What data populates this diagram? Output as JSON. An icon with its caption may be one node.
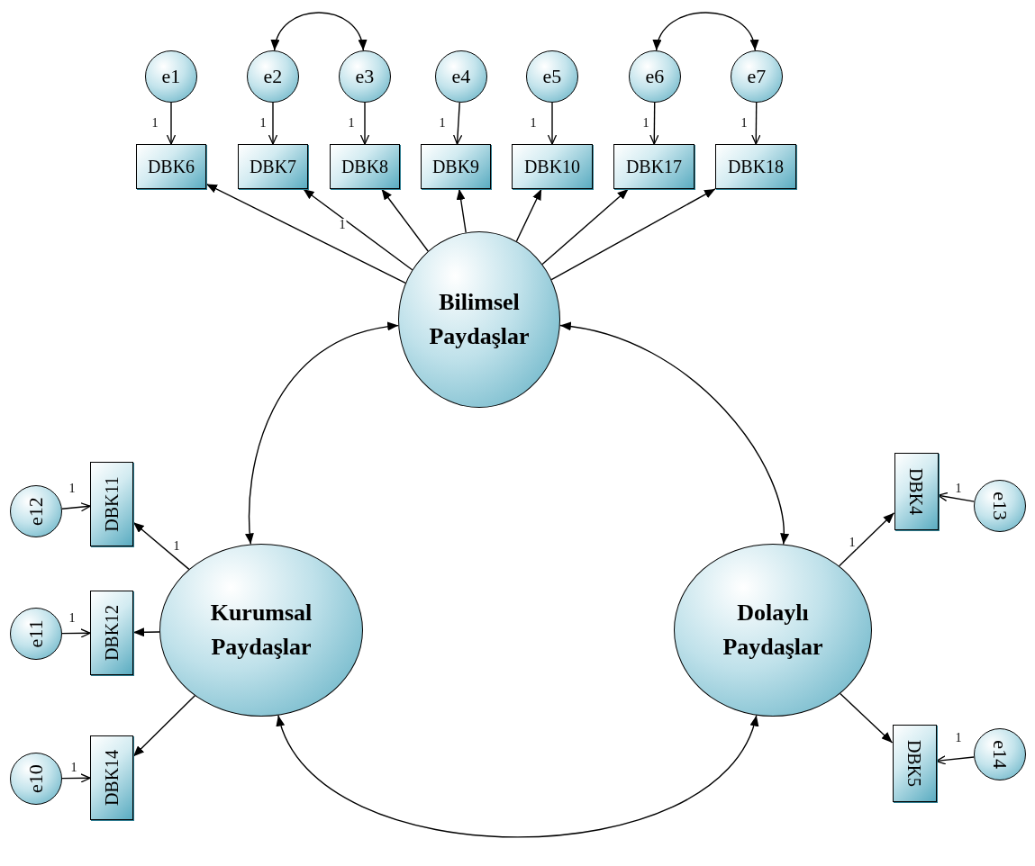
{
  "diagram": {
    "nodes": [
      {
        "text": [
          "e1"
        ]
      },
      {
        "text": [
          "e2"
        ]
      },
      {
        "text": [
          "e3"
        ]
      },
      {
        "text": [
          "e4"
        ]
      },
      {
        "text": [
          "e5"
        ]
      },
      {
        "text": [
          "e6"
        ]
      },
      {
        "text": [
          "e7"
        ]
      },
      {
        "text": [
          "DBK6"
        ]
      },
      {
        "text": [
          "DBK7"
        ]
      },
      {
        "text": [
          "DBK8"
        ]
      },
      {
        "text": [
          "DBK9"
        ]
      },
      {
        "text": [
          "DBK10"
        ]
      },
      {
        "text": [
          "DBK17"
        ]
      },
      {
        "text": [
          "DBK18"
        ]
      },
      {
        "text": [
          "Bilimsel Paydaşlar"
        ]
      },
      {
        "text": [
          "e12"
        ]
      },
      {
        "text": [
          "DBK11"
        ]
      },
      {
        "text": [
          "DBK4"
        ]
      },
      {
        "text": [
          "e13"
        ]
      },
      {
        "text": [
          "e11"
        ]
      },
      {
        "text": [
          "DBK12"
        ]
      },
      {
        "text": [
          "Kurumsal Paydaşlar"
        ]
      },
      {
        "text": [
          "Dolaylı Paydaşlar"
        ]
      },
      {
        "text": [
          "DBK5"
        ]
      },
      {
        "text": [
          "e14"
        ]
      },
      {
        "text": [
          "e10"
        ]
      },
      {
        "text": [
          "DBK14"
        ]
      }
    ],
    "edges": [
      {
        "from": 0,
        "to": 7,
        "arrow": "to",
        "label": "1"
      },
      {
        "from": 1,
        "to": 8,
        "arrow": "to",
        "label": "1"
      },
      {
        "from": 2,
        "to": 9,
        "arrow": "to",
        "label": "1"
      },
      {
        "from": 3,
        "to": 10,
        "arrow": "to",
        "label": "1"
      },
      {
        "from": 4,
        "to": 11,
        "arrow": "to",
        "label": "1"
      },
      {
        "from": 5,
        "to": 12,
        "arrow": "to",
        "label": "1"
      },
      {
        "from": 6,
        "to": 13,
        "arrow": "to",
        "label": "1"
      },
      {
        "from": 14,
        "to": 7,
        "arrow": "to"
      },
      {
        "from": 14,
        "to": 8,
        "arrow": "to",
        "label": "1"
      },
      {
        "from": 14,
        "to": 9,
        "arrow": "to"
      },
      {
        "from": 14,
        "to": 10,
        "arrow": "to"
      },
      {
        "from": 14,
        "to": 11,
        "arrow": "to"
      },
      {
        "from": 14,
        "to": 12,
        "arrow": "to"
      },
      {
        "from": 14,
        "to": 13,
        "arrow": "to"
      },
      {
        "from": 1,
        "to": 2,
        "arrow": "both"
      },
      {
        "from": 5,
        "to": 6,
        "arrow": "both"
      },
      {
        "from": 14,
        "to": 21,
        "arrow": "both"
      },
      {
        "from": 14,
        "to": 22,
        "arrow": "both"
      },
      {
        "from": 21,
        "to": 22,
        "arrow": "both"
      },
      {
        "from": 21,
        "to": 16,
        "arrow": "to",
        "label": "1"
      },
      {
        "from": 21,
        "to": 20,
        "arrow": "to"
      },
      {
        "from": 21,
        "to": 26,
        "arrow": "to"
      },
      {
        "from": 22,
        "to": 17,
        "arrow": "to",
        "label": "1"
      },
      {
        "from": 22,
        "to": 23,
        "arrow": "to"
      },
      {
        "from": 15,
        "to": 16,
        "arrow": "to",
        "label": "1"
      },
      {
        "from": 19,
        "to": 20,
        "arrow": "to",
        "label": "1"
      },
      {
        "from": 25,
        "to": 26,
        "arrow": "to",
        "label": "1"
      },
      {
        "from": 18,
        "to": 17,
        "arrow": "to",
        "label": "1"
      },
      {
        "from": 24,
        "to": 23,
        "arrow": "to",
        "label": "1"
      }
    ]
  }
}
